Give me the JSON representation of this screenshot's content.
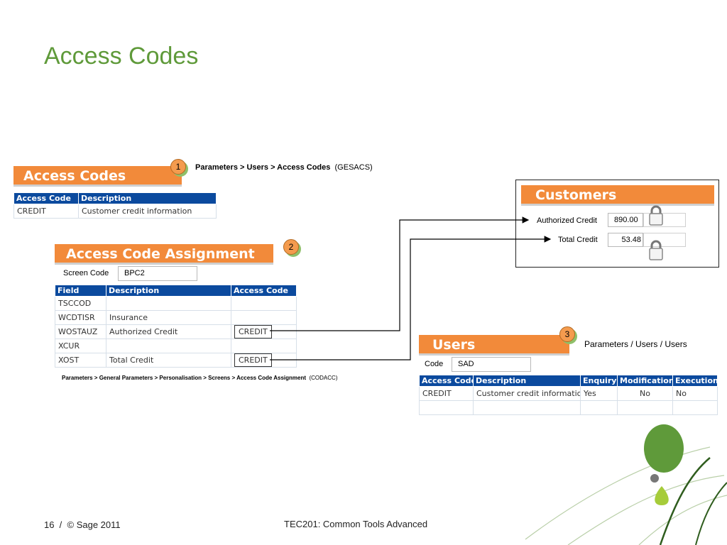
{
  "slide": {
    "title": "Access Codes",
    "footer_left": "16  /  © Sage 2011",
    "footer_center": "TEC201: Common Tools Advanced"
  },
  "access_codes": {
    "header": "Access Codes",
    "badge": "1",
    "path_bold": "Parameters > Users > Access Codes",
    "path_code": "(GESACS)",
    "columns": [
      "Access Code",
      "Description"
    ],
    "rows": [
      [
        "CREDIT",
        "Customer credit information"
      ]
    ]
  },
  "assignment": {
    "header": "Access Code Assignment",
    "badge": "2",
    "screen_code_label": "Screen Code",
    "screen_code_value": "BPC2",
    "columns": [
      "Field",
      "Description",
      "Access Code"
    ],
    "rows": [
      [
        "TSCCOD",
        "",
        ""
      ],
      [
        "WCDTISR",
        "Insurance",
        ""
      ],
      [
        "WOSTAUZ",
        "Authorized Credit",
        "CREDIT"
      ],
      [
        "XCUR",
        "",
        ""
      ],
      [
        "XOST",
        "Total Credit",
        "CREDIT"
      ]
    ],
    "path_bold": "Parameters > General Parameters > Personalisation > Screens > Access Code Assignment",
    "path_code": "(CODACC)"
  },
  "customers": {
    "header": "Customers",
    "authorized_label": "Authorized Credit",
    "authorized_value": "890.00",
    "total_label": "Total Credit",
    "total_value": "53.48"
  },
  "users": {
    "header": "Users",
    "badge": "3",
    "path": "Parameters / Users / Users",
    "code_label": "Code",
    "code_value": "SAD",
    "columns": [
      "Access Code",
      "Description",
      "Enquiry",
      "Modification",
      "Execution"
    ],
    "rows": [
      [
        "CREDIT",
        "Customer credit information",
        "Yes",
        "No",
        "No"
      ],
      [
        "",
        "",
        "",
        "",
        ""
      ]
    ]
  },
  "colors": {
    "title_green": "#5f9a3a",
    "header_orange": "#f28a3a",
    "table_blue": "#0b4a9e"
  }
}
